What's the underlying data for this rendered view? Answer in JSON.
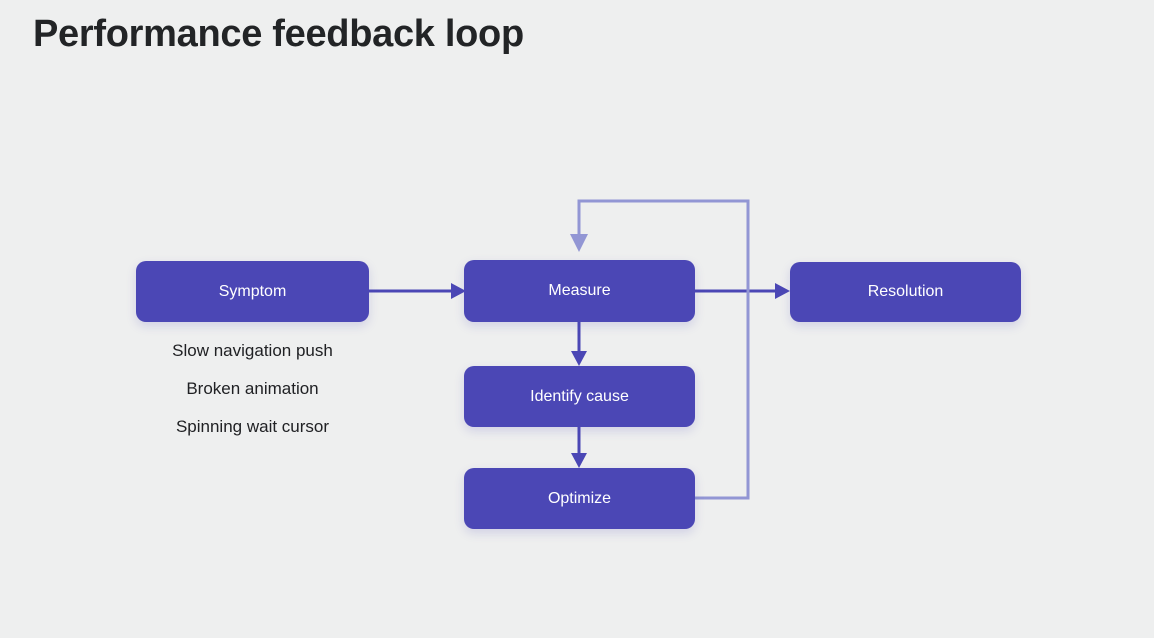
{
  "title": "Performance feedback loop",
  "theme": {
    "background": "#eeefef",
    "node_fill": "#4b47b5",
    "node_text": "#ffffff",
    "title_color": "#222426",
    "flow_arrow_color": "#4b47b5",
    "feedback_arrow_color": "#9296d4",
    "sublabel_color": "#202124"
  },
  "diagram": {
    "type": "flowchart",
    "nodes": [
      {
        "id": "symptom",
        "label": "Symptom"
      },
      {
        "id": "measure",
        "label": "Measure"
      },
      {
        "id": "identify",
        "label": "Identify cause"
      },
      {
        "id": "optimize",
        "label": "Optimize"
      },
      {
        "id": "resolution",
        "label": "Resolution"
      }
    ],
    "symptom_examples": [
      "Slow navigation push",
      "Broken animation",
      "Spinning wait cursor"
    ],
    "edges": [
      {
        "from": "symptom",
        "to": "measure",
        "style": "solid",
        "direction": "right"
      },
      {
        "from": "measure",
        "to": "resolution",
        "style": "solid",
        "direction": "right"
      },
      {
        "from": "measure",
        "to": "identify",
        "style": "solid",
        "direction": "down"
      },
      {
        "from": "identify",
        "to": "optimize",
        "style": "solid",
        "direction": "down"
      },
      {
        "from": "optimize",
        "to": "measure",
        "style": "feedback",
        "direction": "loop-back"
      }
    ]
  }
}
